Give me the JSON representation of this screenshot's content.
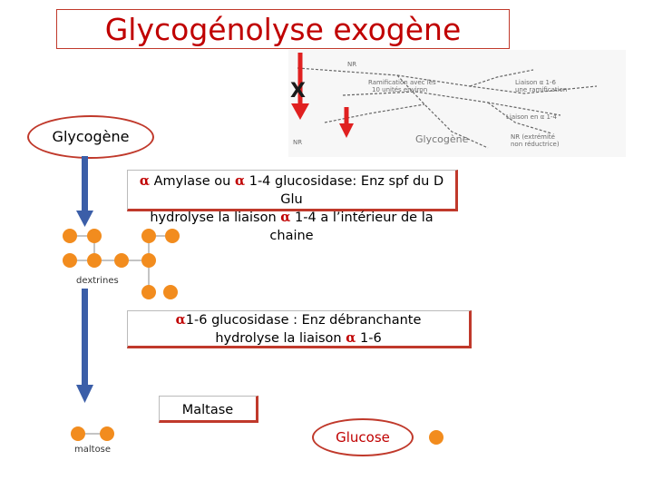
{
  "title": "Glycogénolyse   exogène",
  "glycogen_label": "Glycogène",
  "enzyme1": {
    "alpha": "α",
    "line1_a": "Amylase  ou",
    "line1_b": "1-4 glucosidase: Enz spf du D Glu",
    "line2_a": "hydrolyse la liaison",
    "line2_b": "1-4 a l’intérieur de la chaine"
  },
  "enzyme2": {
    "alpha": "α",
    "line1": "1-6 glucosidase : Enz débranchante",
    "line2_a": "hydrolyse la liaison",
    "line2_b": "1-6"
  },
  "maltase_label": "Maltase",
  "glucose_label": "Glucose",
  "dextrines_label": "dextrines",
  "maltose_label": "maltose",
  "inhibit_mark": "X",
  "glycogen_figure": {
    "caption": "Glycogène",
    "labels": [
      "NR",
      "Ramification avec les",
      "10 unités environ",
      "Liaison α 1-6",
      "une ramification",
      "Liaison en α 1-4",
      "NR (extrémité",
      "non réductrice)",
      "NR"
    ]
  },
  "colors": {
    "red": "#c00000",
    "border_red": "#c0392b",
    "arrow_blue": "#3b5ea8",
    "glucose_orange": "#f28c1e",
    "arrow_red": "#e02020"
  }
}
